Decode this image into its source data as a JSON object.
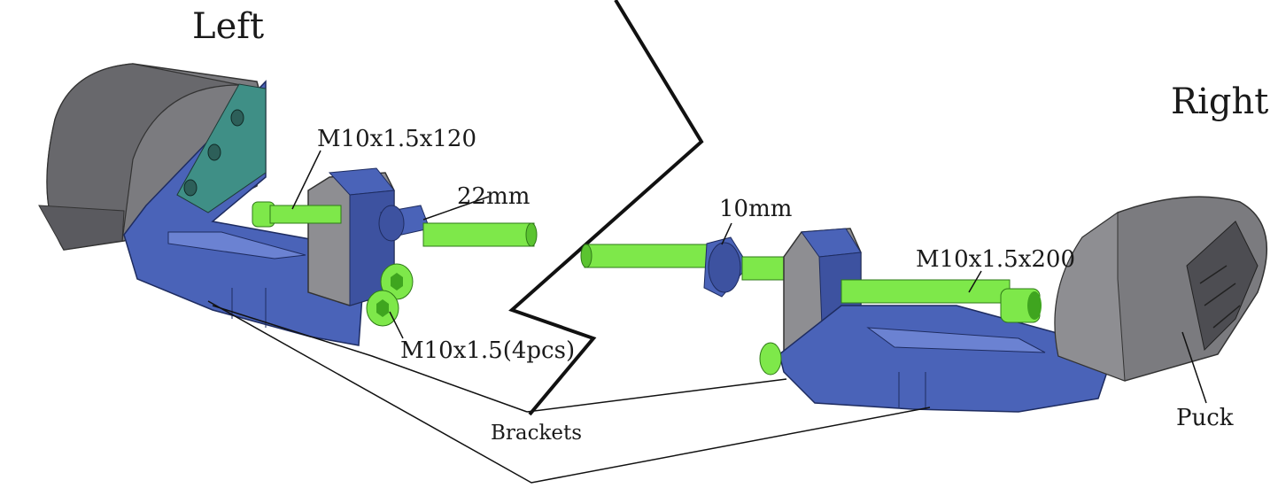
{
  "labels": {
    "left": "Left",
    "right": "Right",
    "bolt_left": "M10x1.5x120",
    "spacer_left": "22mm",
    "bolts_small": "M10x1.5(4pcs)",
    "spacer_right": "10mm",
    "bolt_right": "M10x1.5x200",
    "brackets": "Brackets",
    "puck": "Puck"
  },
  "colors": {
    "bolt": "#7ee84a",
    "bolt_dark": "#3fa51f",
    "bracket": "#4a63b8",
    "bracket_dark": "#2d3f86",
    "bracket_teal": "#3f8f86",
    "puck": "#7b7b7f",
    "puck_dark": "#4d4d52",
    "block": "#8e8e92",
    "line": "#111111"
  }
}
